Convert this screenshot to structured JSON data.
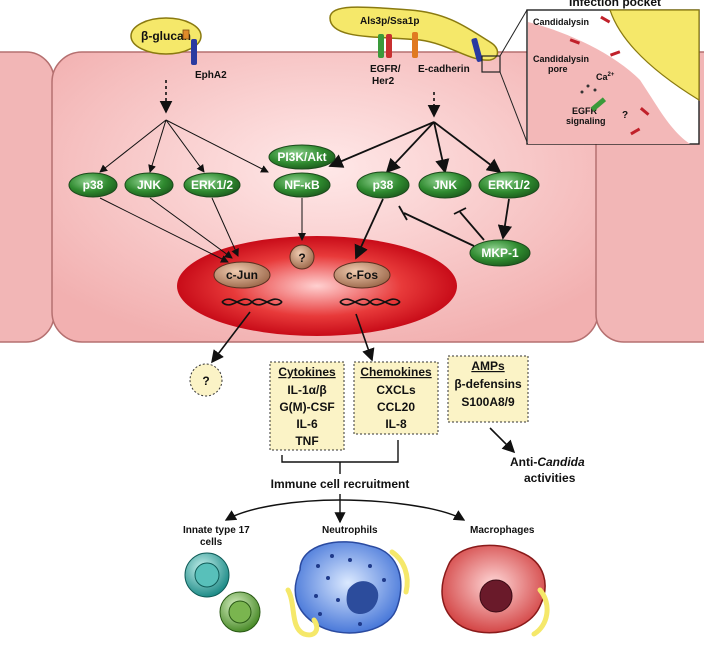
{
  "ligands": {
    "beta_glucan": "β-glucan",
    "als3_ssa1": "Als3p/Ssa1p"
  },
  "receptors": {
    "epha2": "EphA2",
    "egfr_her2": [
      "EGFR/",
      "Her2"
    ],
    "e_cadherin": "E-cadherin"
  },
  "pathway_left": {
    "p38": "p38",
    "jnk": "JNK",
    "erk": "ERK1/2"
  },
  "pathway_mid": {
    "pi3k": "PI3K/Akt",
    "nfkb": "NF-κB"
  },
  "pathway_right": {
    "p38": "p38",
    "jnk": "JNK",
    "erk": "ERK1/2"
  },
  "mkp1": "MKP-1",
  "nucleus": {
    "cjun": "c-Jun",
    "cfos": "c-Fos",
    "unknown": "?"
  },
  "outcome_unknown": "?",
  "infection_pocket": {
    "title": "Infection pocket",
    "candidalysin": "Candidalysin",
    "pore": [
      "Candidalysin",
      "pore"
    ],
    "ca": "Ca",
    "ca_sup": "2+",
    "egfr": [
      "EGFR",
      "signaling"
    ],
    "question": "?"
  },
  "boxes": {
    "cytokines": {
      "title": "Cytokines",
      "items": [
        "IL-1α/β",
        "G(M)-CSF",
        "IL-6",
        "TNF"
      ]
    },
    "chemokines": {
      "title": "Chemokines",
      "items": [
        "CXCLs",
        "CCL20",
        "IL-8"
      ]
    },
    "amps": {
      "title": "AMPs",
      "items": [
        "β-defensins",
        "S100A8/9"
      ]
    }
  },
  "anti_candida": {
    "prefix": "Anti-",
    "italic": "Candida",
    "suffix": "activities"
  },
  "immune_recruitment": "Immune cell recruitment",
  "cells": {
    "innate": [
      "Innate type 17",
      "cells"
    ],
    "neutrophils": "Neutrophils",
    "macrophages": "Macrophages"
  },
  "colors": {
    "cell": "#f2b6b6",
    "node_green": "#2f7a2f",
    "nucleus_red": "#d8141c",
    "yeast": "#f5e86a",
    "box_fill": "#fbf3c6"
  }
}
